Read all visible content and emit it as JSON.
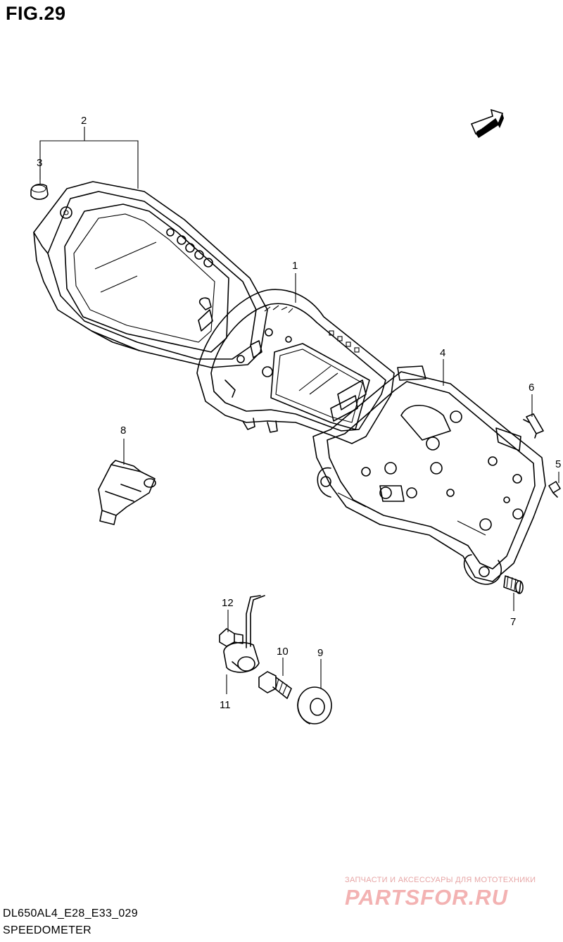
{
  "figure": {
    "title": "FIG.29",
    "code": "DL650AL4_E28_E33_029",
    "name": "SPEEDOMETER",
    "direction_label": "FWD"
  },
  "callouts": [
    {
      "id": "c1",
      "label": "1"
    },
    {
      "id": "c2",
      "label": "2"
    },
    {
      "id": "c3",
      "label": "3"
    },
    {
      "id": "c4",
      "label": "4"
    },
    {
      "id": "c5",
      "label": "5"
    },
    {
      "id": "c6",
      "label": "6"
    },
    {
      "id": "c7",
      "label": "7"
    },
    {
      "id": "c8",
      "label": "8"
    },
    {
      "id": "c9",
      "label": "9"
    },
    {
      "id": "c10",
      "label": "10"
    },
    {
      "id": "c11",
      "label": "11"
    },
    {
      "id": "c12",
      "label": "12"
    }
  ],
  "watermark": {
    "tagline": "ЗАПЧАСТИ И АКСЕССУАРЫ ДЛЯ МОТОТЕХНИКИ",
    "logo_text": "PARTSFOR.RU",
    "color": "#e03c3c"
  }
}
